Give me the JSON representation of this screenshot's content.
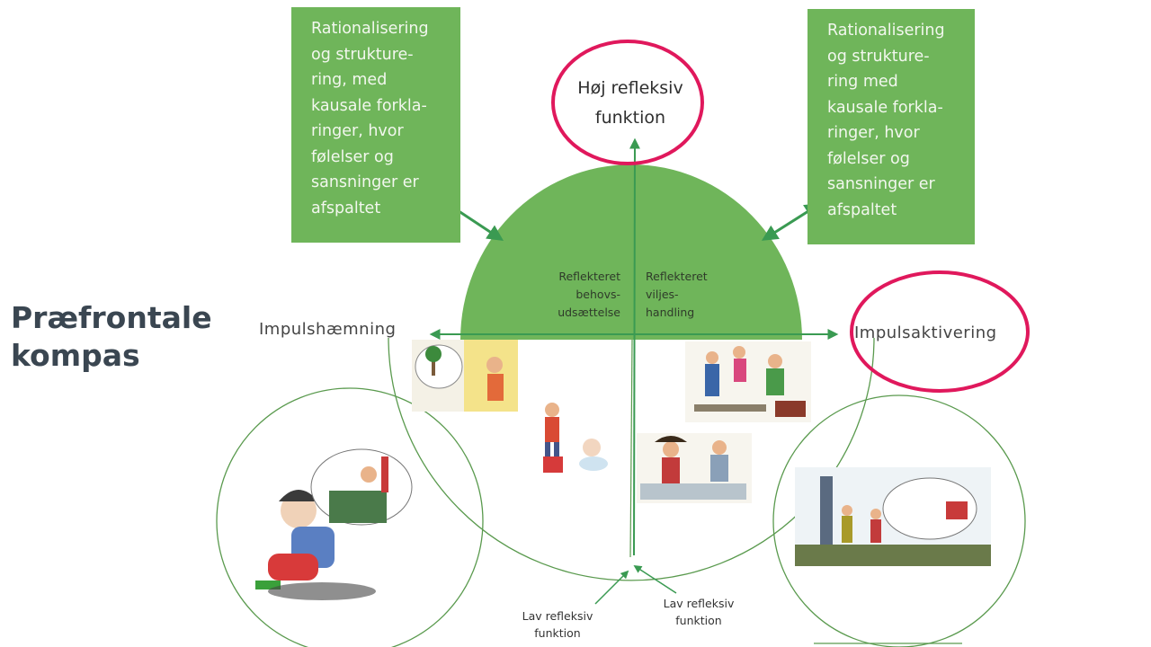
{
  "slide_title": [
    "Præfrontale",
    "kompas"
  ],
  "top_left_box": [
    "Rationalisering",
    "og strukture-",
    "ring, med",
    "kausale forkla-",
    "ringer, hvor",
    "følelser og",
    "sansninger er",
    "afspaltet"
  ],
  "top_right_box": [
    "Rationalisering",
    "og strukture-",
    "ring med",
    "kausale forkla-",
    "ringer, hvor",
    "følelser og",
    "sansninger er",
    "afspaltet"
  ],
  "axis_labels": {
    "high": [
      "Høj refleksiv",
      "funktion"
    ],
    "left": "Impulshæmning",
    "right": "Impulsaktivering",
    "low_left": [
      "Lav refleksiv",
      "funktion"
    ],
    "low_right": [
      "Lav refleksiv",
      "funktion"
    ]
  },
  "quadrants": {
    "upper_left": [
      "Reflekteret",
      "behovs-",
      "udsættelse"
    ],
    "upper_right": [
      "Reflekteret",
      "viljes-",
      "handling"
    ]
  },
  "colors": {
    "green": "#6fb55a",
    "arrow_green": "#3a9a52",
    "highlight": "#e0185c",
    "title": "#3a4651"
  }
}
